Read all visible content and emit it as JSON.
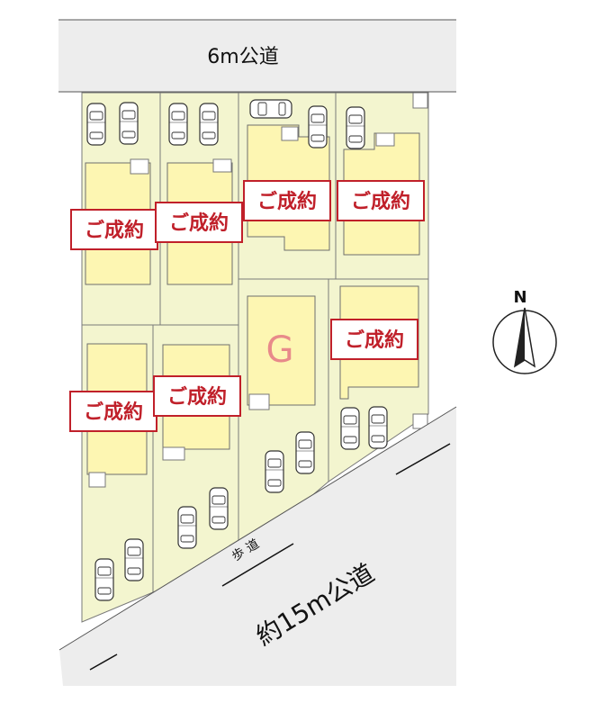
{
  "roads": {
    "north": {
      "label": "6m公道"
    },
    "south": {
      "label": "約15m公道"
    },
    "sidewalk": {
      "label": "歩 道"
    }
  },
  "compass": {
    "label": "N"
  },
  "lots": [
    {
      "id": "lot-1",
      "status": "ご成約"
    },
    {
      "id": "lot-2",
      "status": "ご成約"
    },
    {
      "id": "lot-3",
      "status": "ご成約"
    },
    {
      "id": "lot-4",
      "status": "ご成約"
    },
    {
      "id": "lot-5",
      "status": "ご成約"
    },
    {
      "id": "lot-6",
      "status": "ご成約"
    },
    {
      "id": "lot-7",
      "status": "G"
    },
    {
      "id": "lot-8",
      "status": "ご成約"
    }
  ],
  "colors": {
    "lot_fill": "#f3f5cf",
    "house_fill": "#fdf6b2",
    "sold_red": "#c0202a",
    "g_mark": "#e88a8a",
    "road": "#ededed"
  }
}
